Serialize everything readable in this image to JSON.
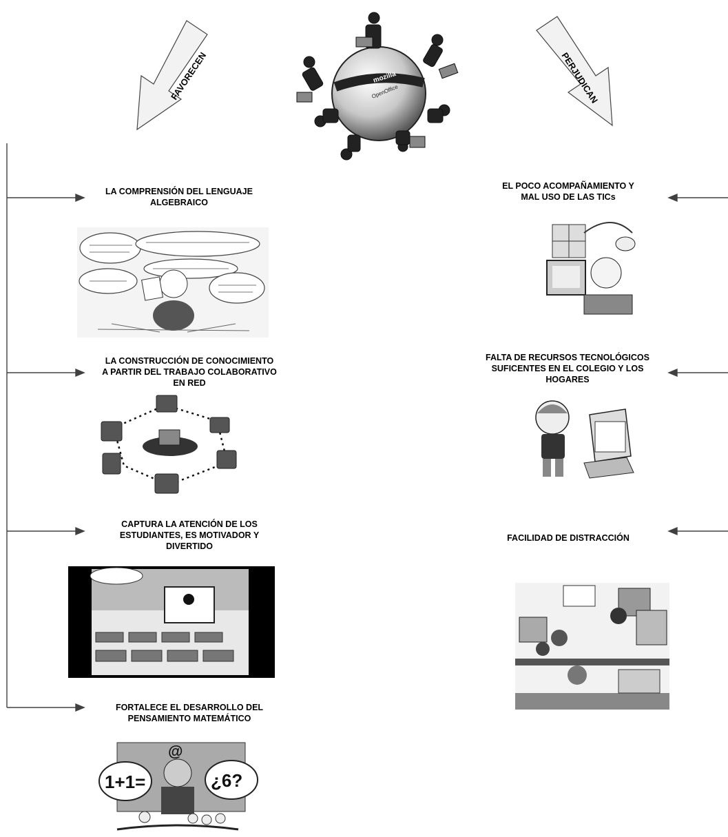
{
  "header": {
    "left_arrow_label": "FAVORECEN",
    "right_arrow_label": "PERJUDICAN"
  },
  "favorecen": [
    {
      "label": "LA COMPRENSIÓN DEL LENGUAJE\nALGEBRAICO",
      "image": "algebra-cartoon"
    },
    {
      "label": "LA CONSTRUCCIÓN DE CONOCIMIENTO\nA PARTIR DEL TRABAJO COLABORATIVO\nEN RED",
      "image": "network-collaboration"
    },
    {
      "label": "CAPTURA LA ATENCIÓN DE LOS\nESTUDIANTES, ES MOTIVADOR Y\nDIVERTIDO",
      "image": "classroom-cartoon"
    },
    {
      "label": "FORTALECE EL DESARROLLO DEL\nPENSAMIENTO MATEMÁTICO",
      "image": "math-cartoon"
    }
  ],
  "perjudican": [
    {
      "label": "EL POCO ACOMPAÑAMIENTO Y\nMAL USO DE LAS TICs",
      "image": "computer-kid"
    },
    {
      "label": "FALTA DE RECURSOS TECNOLÓGICOS\nSUFICENTES EN EL COLEGIO Y LOS\nHOGARES",
      "image": "boy-laptop"
    },
    {
      "label": "FACILIDAD DE DISTRACCIÓN",
      "image": "computer-room"
    }
  ],
  "globe_text": {
    "brand1": "mozilla",
    "brand2": "OpenOffice"
  },
  "math_text": {
    "left": "1+1=",
    "right": "¿6?"
  },
  "colors": {
    "line": "#404040",
    "arrow_fill": "#f2f2f2",
    "dark": "#111111"
  }
}
